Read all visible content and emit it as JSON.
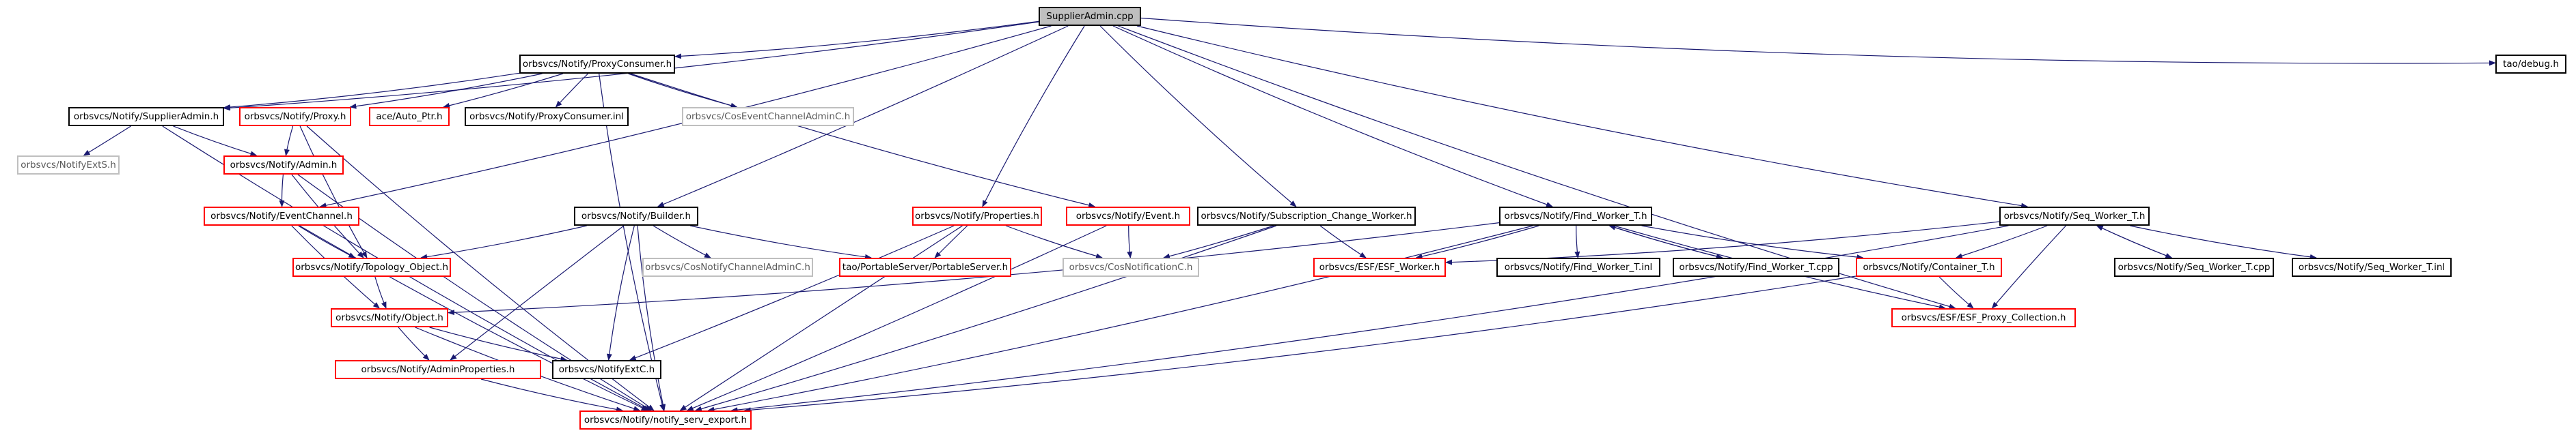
{
  "diagram": {
    "title": "",
    "colors": {
      "edge": "#191970",
      "documented_border": "#000000",
      "undocumented_border": "#ff0000",
      "external_border": "#bfbfbf",
      "root_fill": "#bfbfbf"
    },
    "nodes": [
      {
        "id": "supplieradmin_cpp",
        "label": "SupplierAdmin.cpp",
        "kind": "root"
      },
      {
        "id": "proxyconsumer_h",
        "label": "orbsvcs/Notify/ProxyConsumer.h",
        "kind": "documented"
      },
      {
        "id": "tao_debug_h",
        "label": "tao/debug.h",
        "kind": "documented"
      },
      {
        "id": "supplieradmin_h",
        "label": "orbsvcs/Notify/SupplierAdmin.h",
        "kind": "documented"
      },
      {
        "id": "proxy_h",
        "label": "orbsvcs/Notify/Proxy.h",
        "kind": "undocumented"
      },
      {
        "id": "auto_ptr_h",
        "label": "ace/Auto_Ptr.h",
        "kind": "undocumented"
      },
      {
        "id": "proxyconsumer_inl",
        "label": "orbsvcs/Notify/ProxyConsumer.inl",
        "kind": "documented"
      },
      {
        "id": "coseventchanneladminc_h",
        "label": "orbsvcs/CosEventChannelAdminC.h",
        "kind": "external"
      },
      {
        "id": "notifyexts_h",
        "label": "orbsvcs/NotifyExtS.h",
        "kind": "external"
      },
      {
        "id": "admin_h",
        "label": "orbsvcs/Notify/Admin.h",
        "kind": "undocumented"
      },
      {
        "id": "eventchannel_h",
        "label": "orbsvcs/Notify/EventChannel.h",
        "kind": "undocumented"
      },
      {
        "id": "builder_h",
        "label": "orbsvcs/Notify/Builder.h",
        "kind": "documented"
      },
      {
        "id": "properties_h",
        "label": "orbsvcs/Notify/Properties.h",
        "kind": "undocumented"
      },
      {
        "id": "event_h",
        "label": "orbsvcs/Notify/Event.h",
        "kind": "undocumented"
      },
      {
        "id": "subscription_change_worker_h",
        "label": "orbsvcs/Notify/Subscription_Change_Worker.h",
        "kind": "documented"
      },
      {
        "id": "find_worker_t_h",
        "label": "orbsvcs/Notify/Find_Worker_T.h",
        "kind": "documented"
      },
      {
        "id": "seq_worker_t_h",
        "label": "orbsvcs/Notify/Seq_Worker_T.h",
        "kind": "documented"
      },
      {
        "id": "topology_object_h",
        "label": "orbsvcs/Notify/Topology_Object.h",
        "kind": "undocumented"
      },
      {
        "id": "cosnotifychanneladminc_h",
        "label": "orbsvcs/CosNotifyChannelAdminC.h",
        "kind": "external"
      },
      {
        "id": "portableserver_h",
        "label": "tao/PortableServer/PortableServer.h",
        "kind": "undocumented"
      },
      {
        "id": "cosnotificationc_h",
        "label": "orbsvcs/CosNotificationC.h",
        "kind": "external"
      },
      {
        "id": "esf_worker_h",
        "label": "orbsvcs/ESF/ESF_Worker.h",
        "kind": "undocumented"
      },
      {
        "id": "find_worker_t_inl",
        "label": "orbsvcs/Notify/Find_Worker_T.inl",
        "kind": "documented"
      },
      {
        "id": "find_worker_t_cpp",
        "label": "orbsvcs/Notify/Find_Worker_T.cpp",
        "kind": "documented"
      },
      {
        "id": "container_t_h",
        "label": "orbsvcs/Notify/Container_T.h",
        "kind": "undocumented"
      },
      {
        "id": "seq_worker_t_cpp",
        "label": "orbsvcs/Notify/Seq_Worker_T.cpp",
        "kind": "documented"
      },
      {
        "id": "seq_worker_t_inl",
        "label": "orbsvcs/Notify/Seq_Worker_T.inl",
        "kind": "documented"
      },
      {
        "id": "object_h",
        "label": "orbsvcs/Notify/Object.h",
        "kind": "undocumented"
      },
      {
        "id": "esf_proxy_collection_h",
        "label": "orbsvcs/ESF/ESF_Proxy_Collection.h",
        "kind": "undocumented"
      },
      {
        "id": "adminproperties_h",
        "label": "orbsvcs/Notify/AdminProperties.h",
        "kind": "undocumented"
      },
      {
        "id": "notifyextc_h",
        "label": "orbsvcs/NotifyExtC.h",
        "kind": "documented"
      },
      {
        "id": "notify_serv_export_h",
        "label": "orbsvcs/Notify/notify_serv_export.h",
        "kind": "undocumented"
      }
    ],
    "edges": [
      [
        "supplieradmin_cpp",
        "proxyconsumer_h"
      ],
      [
        "supplieradmin_cpp",
        "tao_debug_h"
      ],
      [
        "supplieradmin_cpp",
        "supplieradmin_h"
      ],
      [
        "supplieradmin_cpp",
        "builder_h"
      ],
      [
        "supplieradmin_cpp",
        "properties_h"
      ],
      [
        "supplieradmin_cpp",
        "subscription_change_worker_h"
      ],
      [
        "supplieradmin_cpp",
        "find_worker_t_h"
      ],
      [
        "supplieradmin_cpp",
        "seq_worker_t_h"
      ],
      [
        "supplieradmin_cpp",
        "esf_proxy_collection_h"
      ],
      [
        "supplieradmin_cpp",
        "eventchannel_h"
      ],
      [
        "proxyconsumer_h",
        "supplieradmin_h"
      ],
      [
        "proxyconsumer_h",
        "proxy_h"
      ],
      [
        "proxyconsumer_h",
        "auto_ptr_h"
      ],
      [
        "proxyconsumer_h",
        "proxyconsumer_inl"
      ],
      [
        "proxyconsumer_h",
        "coseventchanneladminc_h"
      ],
      [
        "proxyconsumer_h",
        "event_h"
      ],
      [
        "proxyconsumer_h",
        "notify_serv_export_h"
      ],
      [
        "supplieradmin_h",
        "notifyexts_h"
      ],
      [
        "supplieradmin_h",
        "admin_h"
      ],
      [
        "supplieradmin_h",
        "notify_serv_export_h"
      ],
      [
        "proxy_h",
        "admin_h"
      ],
      [
        "proxy_h",
        "topology_object_h"
      ],
      [
        "proxy_h",
        "notify_serv_export_h"
      ],
      [
        "admin_h",
        "eventchannel_h"
      ],
      [
        "admin_h",
        "topology_object_h"
      ],
      [
        "admin_h",
        "notify_serv_export_h"
      ],
      [
        "eventchannel_h",
        "topology_object_h"
      ],
      [
        "eventchannel_h",
        "object_h"
      ],
      [
        "eventchannel_h",
        "notify_serv_export_h"
      ],
      [
        "builder_h",
        "topology_object_h"
      ],
      [
        "builder_h",
        "cosnotifychanneladminc_h"
      ],
      [
        "builder_h",
        "portableserver_h"
      ],
      [
        "builder_h",
        "adminproperties_h"
      ],
      [
        "builder_h",
        "notifyextc_h"
      ],
      [
        "builder_h",
        "notify_serv_export_h"
      ],
      [
        "properties_h",
        "portableserver_h"
      ],
      [
        "properties_h",
        "cosnotificationc_h"
      ],
      [
        "properties_h",
        "notifyextc_h"
      ],
      [
        "properties_h",
        "notify_serv_export_h"
      ],
      [
        "event_h",
        "cosnotificationc_h"
      ],
      [
        "event_h",
        "notify_serv_export_h"
      ],
      [
        "subscription_change_worker_h",
        "cosnotificationc_h"
      ],
      [
        "subscription_change_worker_h",
        "esf_worker_h"
      ],
      [
        "subscription_change_worker_h",
        "notify_serv_export_h"
      ],
      [
        "find_worker_t_h",
        "esf_worker_h"
      ],
      [
        "find_worker_t_h",
        "find_worker_t_inl"
      ],
      [
        "find_worker_t_h",
        "find_worker_t_cpp"
      ],
      [
        "find_worker_t_h",
        "container_t_h"
      ],
      [
        "find_worker_t_h",
        "esf_proxy_collection_h"
      ],
      [
        "find_worker_t_h",
        "object_h"
      ],
      [
        "find_worker_t_h",
        "notify_serv_export_h"
      ],
      [
        "find_worker_t_cpp",
        "find_worker_t_h"
      ],
      [
        "seq_worker_t_h",
        "esf_worker_h"
      ],
      [
        "seq_worker_t_h",
        "container_t_h"
      ],
      [
        "seq_worker_t_h",
        "esf_proxy_collection_h"
      ],
      [
        "seq_worker_t_h",
        "seq_worker_t_cpp"
      ],
      [
        "seq_worker_t_h",
        "seq_worker_t_inl"
      ],
      [
        "seq_worker_t_h",
        "notify_serv_export_h"
      ],
      [
        "seq_worker_t_cpp",
        "seq_worker_t_h"
      ],
      [
        "container_t_h",
        "esf_proxy_collection_h"
      ],
      [
        "container_t_h",
        "notify_serv_export_h"
      ],
      [
        "topology_object_h",
        "object_h"
      ],
      [
        "object_h",
        "adminproperties_h"
      ],
      [
        "object_h",
        "notifyextc_h"
      ],
      [
        "object_h",
        "notify_serv_export_h"
      ],
      [
        "adminproperties_h",
        "notify_serv_export_h"
      ]
    ]
  }
}
